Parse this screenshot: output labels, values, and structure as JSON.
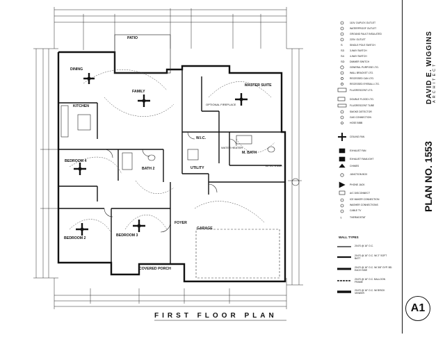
{
  "title_block": {
    "firm_name": "DAVID E. WIGGINS",
    "firm_subtitle": "ARCHITECT",
    "plan_no": "PLAN NO. 1553",
    "sheet": "A1"
  },
  "drawing": {
    "title": "FIRST FLOOR PLAN",
    "rooms": {
      "patio": "PATIO",
      "dining": "DINING",
      "kitchen": "KITCHEN",
      "family": "FAMILY",
      "master_suite": "MASTER SUITE",
      "bedroom4": "BEDROOM 4",
      "bath2": "BATH 2",
      "mbath": "M. BATH",
      "wic": "W.I.C.",
      "utility": "UTILITY",
      "foyer": "FOYER",
      "bedroom2": "BEDROOM 2",
      "bedroom3": "BEDROOM 3",
      "garage": "GARAGE",
      "covered_porch": "COVERED PORCH"
    },
    "notes": {
      "optional_fireplace": "OPTIONAL FIREPLACE",
      "water_heater": "WATER HEATER",
      "attic_stair": "ATTIC STAIR"
    }
  },
  "legend": {
    "items": [
      "110V. DUPLEX OUTLET",
      "WATERPROOF OUTLET",
      "GROUND FAULT INSULATED",
      "220V. OUTLET",
      "SINGLE POLE SWITCH",
      "3-WAY SWITCH",
      "4-WAY SWITCH",
      "DIMMER SWITCH",
      "GENERAL PURPOSE LTG.",
      "WALL BRACKET LTG.",
      "RECESSED CAN LTG.",
      "RECESSED EYEBALL LTG.",
      "FLUORESCENT LTG.",
      "DOUBLE FLOOD LTG.",
      "FLUORESCENT TUBE",
      "SMOKE DETECTOR",
      "GAS CONNECTION",
      "HOSE BIBB",
      "CEILING FAN",
      "EXHAUST FAN",
      "EXHAUST FAN/LIGHT",
      "CHIMES",
      "JUNCTION BOX",
      "PHONE JACK",
      "A/C DISCONNECT",
      "ICE MAKER CONNECTION",
      "WASHER CONNECTIONS",
      "CABLE TV",
      "THERMOSTAT"
    ],
    "wall_types_title": "WALL TYPES",
    "wall_types": [
      "2X4'S @ 16\" O.C.",
      "2X4'S @ 16\" O.C. W/ 2\" SOFT BATT",
      "2X4'S @ 16\" O.C. W/ 3/8\" GYP. BD. EACH SIDE",
      "2X4'S @ 16\" O.C. BALLOON FRAME",
      "2X4'S @ 16\" O.C. W/ BRICK VENEER"
    ]
  }
}
